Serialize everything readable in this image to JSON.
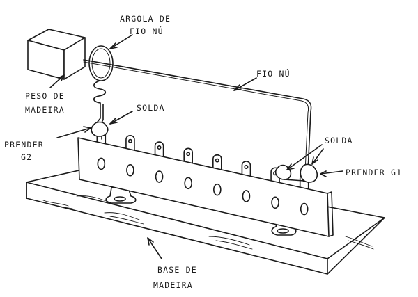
{
  "labels": {
    "argola_line1": "ARGOLA DE",
    "argola_line2": "FIO NÚ",
    "fio_nu": "FIO NÚ",
    "peso_line1": "PESO DE",
    "peso_line2": "MADEIRA",
    "solda_left": "SOLDA",
    "solda_right": "SOLDA",
    "prender_g2_line1": "PRENDER",
    "prender_g2_line2": "G2",
    "prender_g1": "PRENDER G1",
    "base_line1": "BASE DE",
    "base_line2": "MADEIRA"
  },
  "colors": {
    "ink": "#1a1a1a",
    "paper": "#ffffff"
  }
}
